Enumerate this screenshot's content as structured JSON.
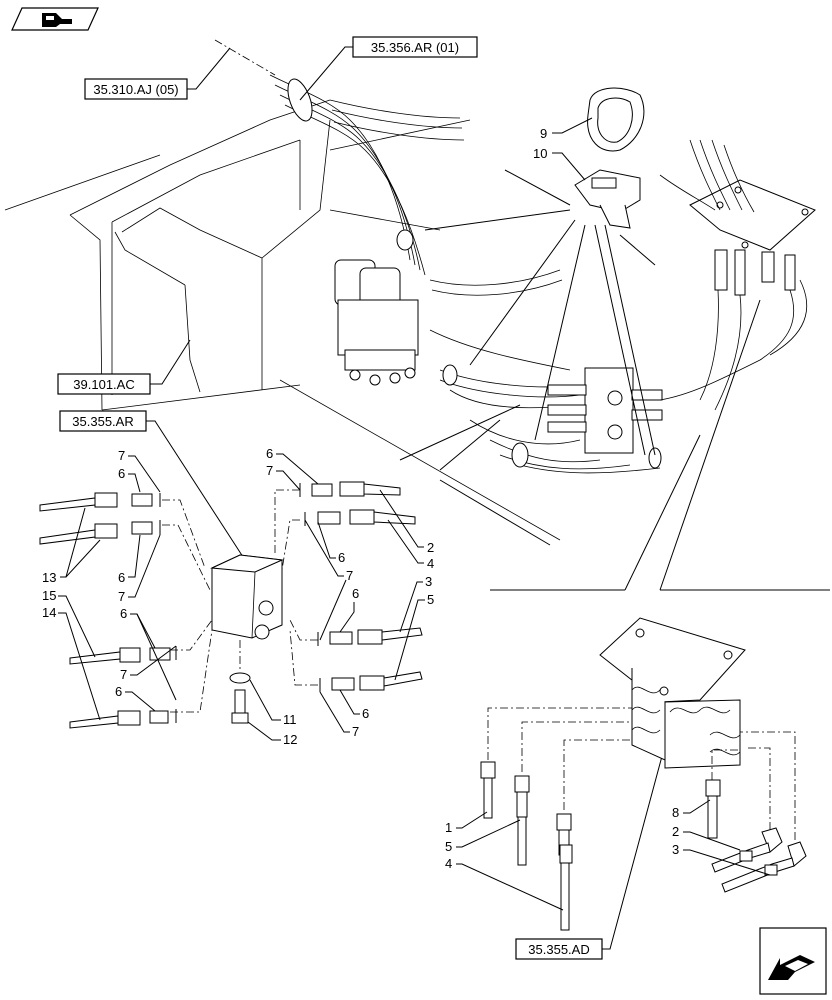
{
  "refs": {
    "r1": "35.356.AR (01)",
    "r2": "35.310.AJ (05)",
    "r3": "39.101.AC",
    "r4": "35.355.AR",
    "r5": "35.355.AD"
  },
  "callouts": {
    "n9": "9",
    "n10": "10",
    "left": {
      "a7": "7",
      "a6": "6",
      "a13": "13",
      "a6b": "6",
      "a15": "15",
      "a7b": "7",
      "a14": "14",
      "a6c": "6",
      "a7c": "7",
      "a6d": "6"
    },
    "right": {
      "b6": "6",
      "b7": "7",
      "b2": "2",
      "b4": "4",
      "b6b": "6",
      "b7b": "7",
      "b6c": "6",
      "b3": "3",
      "b5": "5",
      "b6d": "6",
      "b7c": "7",
      "b11": "11",
      "b12": "12"
    },
    "detail": {
      "d1": "1",
      "d5": "5",
      "d4": "4",
      "d8": "8",
      "d2": "2",
      "d3": "3"
    }
  },
  "icons": {
    "top": "book-nav-icon",
    "bottom": "arrow-nav-icon"
  }
}
